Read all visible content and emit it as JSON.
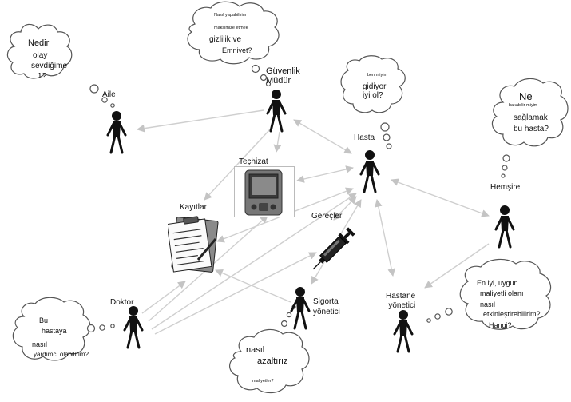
{
  "actors": {
    "aile": "Aile",
    "guvenlik": "Güvenlik\nMüdür",
    "hasta": "Hasta",
    "hemsire": "Hemşire",
    "doktor": "Doktor",
    "sigorta": "Sigorta\nyönetici",
    "hastane": "Hastane\nyönetici"
  },
  "objects": {
    "techizat": "Teçhizat",
    "kayitlar": "Kayıtlar",
    "gerecler": "Gereçler"
  },
  "bubbles": {
    "aile": [
      "Nedir",
      "olay",
      "sevdiğime",
      "1?"
    ],
    "guvenlik": [
      "Nasıl yapabilirim",
      "maksimize etmek",
      "gizlilik ve",
      "Emniyet?"
    ],
    "hasta": [
      "ben miyim",
      "gidiyor",
      "iyi ol?"
    ],
    "hemsire": [
      "Ne",
      "bakabilir miyim",
      "sağlamak",
      "bu hasta?"
    ],
    "doktor": [
      "Bu",
      "hastaya",
      "nasıl",
      "yardımcı olabilirim?"
    ],
    "sigorta": [
      "nasıl",
      "azaltırız",
      "maliyetler?"
    ],
    "hastane": [
      "En iyi, uygun",
      "maliyetli olanı",
      "nasıl",
      "etkinleştirebilirim?",
      "Hangi?"
    ]
  },
  "icons": {
    "actor": "stick-figure-icon",
    "equipment": "handheld-device-icon",
    "records": "clipboard-icon",
    "supplies": "syringe-icon"
  }
}
